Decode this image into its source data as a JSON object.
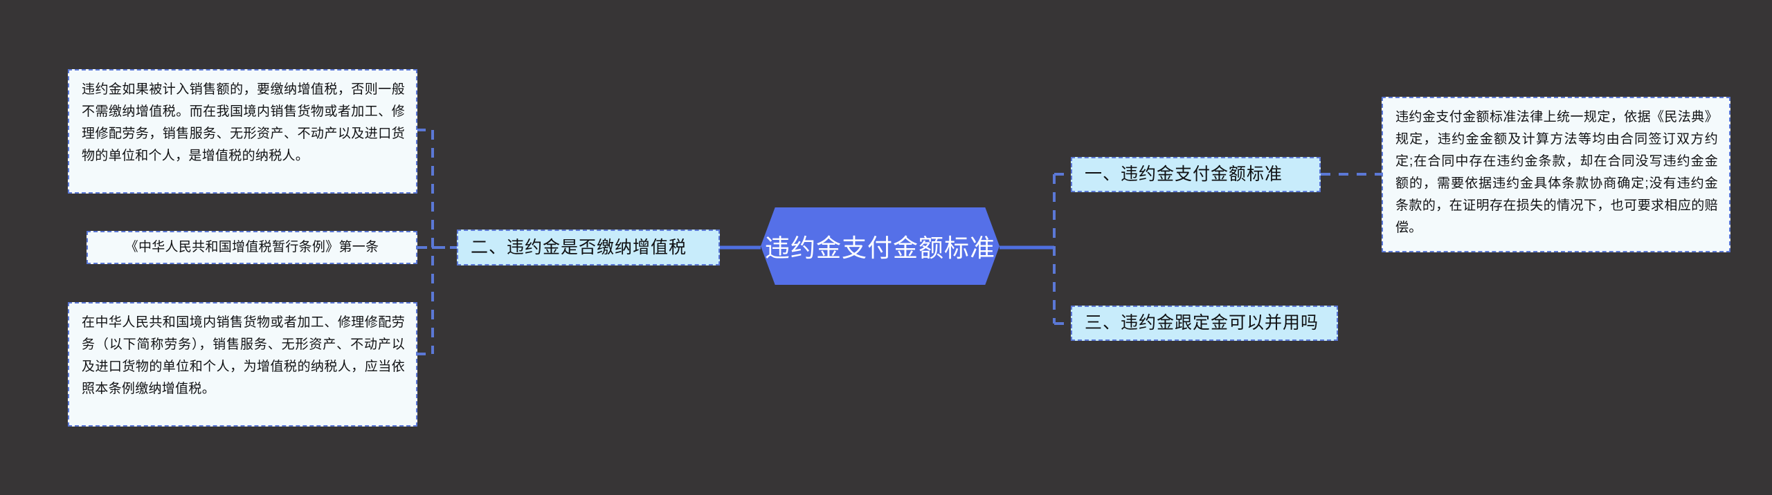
{
  "theme": {
    "background": "#373536",
    "root_fill": "#5570e8",
    "root_text": "#ffffff",
    "branch_fill": "#c8ecfb",
    "leaf_fill": "#f4fafc",
    "connector": "#5b78d6",
    "solid_connector": "#4f6fe0",
    "text": "#101113"
  },
  "mindmap": {
    "type": "mind-map",
    "root": {
      "label": "违约金支付金额标准",
      "shape": "hexagon"
    },
    "left_branches": [
      {
        "id": "branch-2",
        "label": "二、违约金是否缴纳增值税",
        "leaves": [
          {
            "id": "leaf-vat-explain",
            "text": "违约金如果被计入销售额的，要缴纳增值税，否则一般不需缴纳增值税。而在我国境内销售货物或者加工、修理修配劳务，销售服务、无形资产、不动产以及进口货物的单位和个人，是增值税的纳税人。"
          },
          {
            "id": "leaf-law-citation",
            "text": "《中华人民共和国增值税暂行条例》第一条"
          },
          {
            "id": "leaf-law-article",
            "text": "在中华人民共和国境内销售货物或者加工、修理修配劳务（以下简称劳务），销售服务、无形资产、不动产以及进口货物的单位和个人，为增值税的纳税人，应当依照本条例缴纳增值税。"
          }
        ]
      }
    ],
    "right_branches": [
      {
        "id": "branch-1",
        "label": "一、违约金支付金额标准",
        "leaves": [
          {
            "id": "leaf-standard-detail",
            "text": "违约金支付金额标准法律上统一规定，依据《民法典》规定，违约金金额及计算方法等均由合同签订双方约定;在合同中存在违约金条款，却在合同没写违约金金额的，需要依据违约金具体条款协商确定;没有违约金条款的，在证明存在损失的情况下，也可要求相应的赔偿。"
          }
        ]
      },
      {
        "id": "branch-3",
        "label": "三、违约金跟定金可以并用吗",
        "leaves": []
      }
    ]
  }
}
